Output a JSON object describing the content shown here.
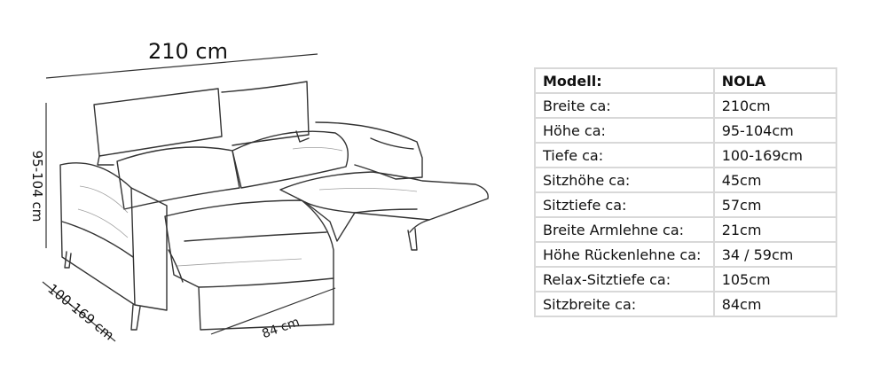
{
  "dimensions": {
    "width": "210 cm",
    "height": "95-104 cm",
    "depth": "100-169 cm",
    "seat_depth": "84 cm"
  },
  "specs": {
    "header": {
      "label": "Modell:",
      "value": "NOLA"
    },
    "rows": [
      {
        "label": "Breite ca:",
        "value": "210cm"
      },
      {
        "label": "Höhe ca:",
        "value": "95-104cm"
      },
      {
        "label": "Tiefe ca:",
        "value": "100-169cm"
      },
      {
        "label": "Sitzhöhe ca:",
        "value": "45cm"
      },
      {
        "label": "Sitztiefe ca:",
        "value": "57cm"
      },
      {
        "label": "Breite Armlehne ca:",
        "value": "21cm"
      },
      {
        "label": "Höhe Rückenlehne ca:",
        "value": "34 / 59cm"
      },
      {
        "label": "Relax-Sitztiefe ca:",
        "value": "105cm"
      },
      {
        "label": "Sitzbreite ca:",
        "value": "84cm"
      }
    ]
  }
}
